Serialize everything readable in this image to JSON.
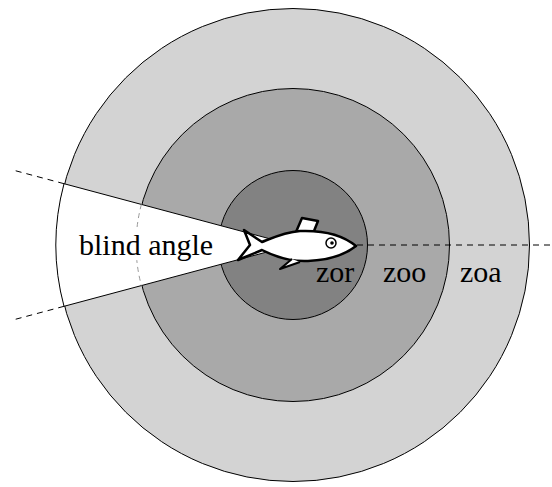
{
  "diagram": {
    "nodes": [
      {
        "text": [
          "zoa"
        ]
      },
      {
        "text": [
          "zoo"
        ],
        "in": 0
      },
      {
        "text": [
          "zor"
        ],
        "in": 1
      }
    ],
    "labels": [
      "blind angle"
    ]
  }
}
